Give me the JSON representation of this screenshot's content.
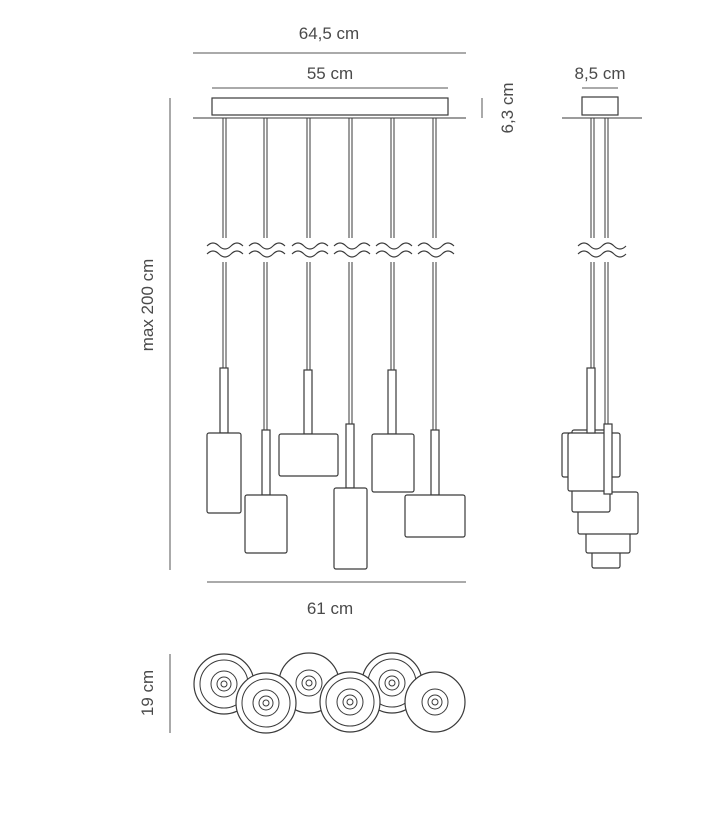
{
  "dimensions": {
    "total_width": "64,5 cm",
    "canopy_width": "55 cm",
    "canopy_height": "6,3 cm",
    "canopy_side_width": "8,5 cm",
    "max_height": "max 200 cm",
    "lamps_width": "61 cm",
    "top_view_depth": "19 cm"
  }
}
